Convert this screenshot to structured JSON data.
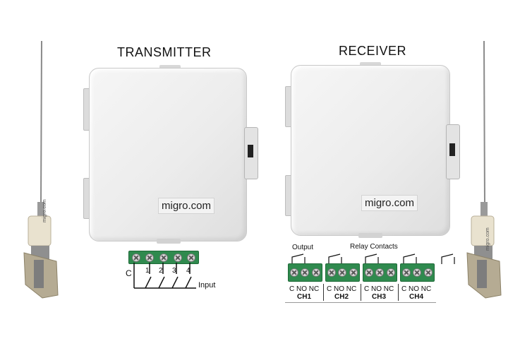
{
  "transmitter": {
    "title": "TRANSMITTER",
    "brand": "migro.com",
    "common_label": "C",
    "inputs": [
      "1",
      "2",
      "3",
      "4"
    ],
    "input_label": "Input"
  },
  "receiver": {
    "title": "RECEIVER",
    "brand": "migro.com",
    "output_label": "Output",
    "relay_label": "Relay Contacts",
    "contact_labels": "C NO NC",
    "channels": [
      "CH1",
      "CH2",
      "CH3",
      "CH4"
    ]
  },
  "antenna_label": "migro.com",
  "colors": {
    "terminal_green": "#2f8a4e",
    "enclosure": "#efefef"
  }
}
